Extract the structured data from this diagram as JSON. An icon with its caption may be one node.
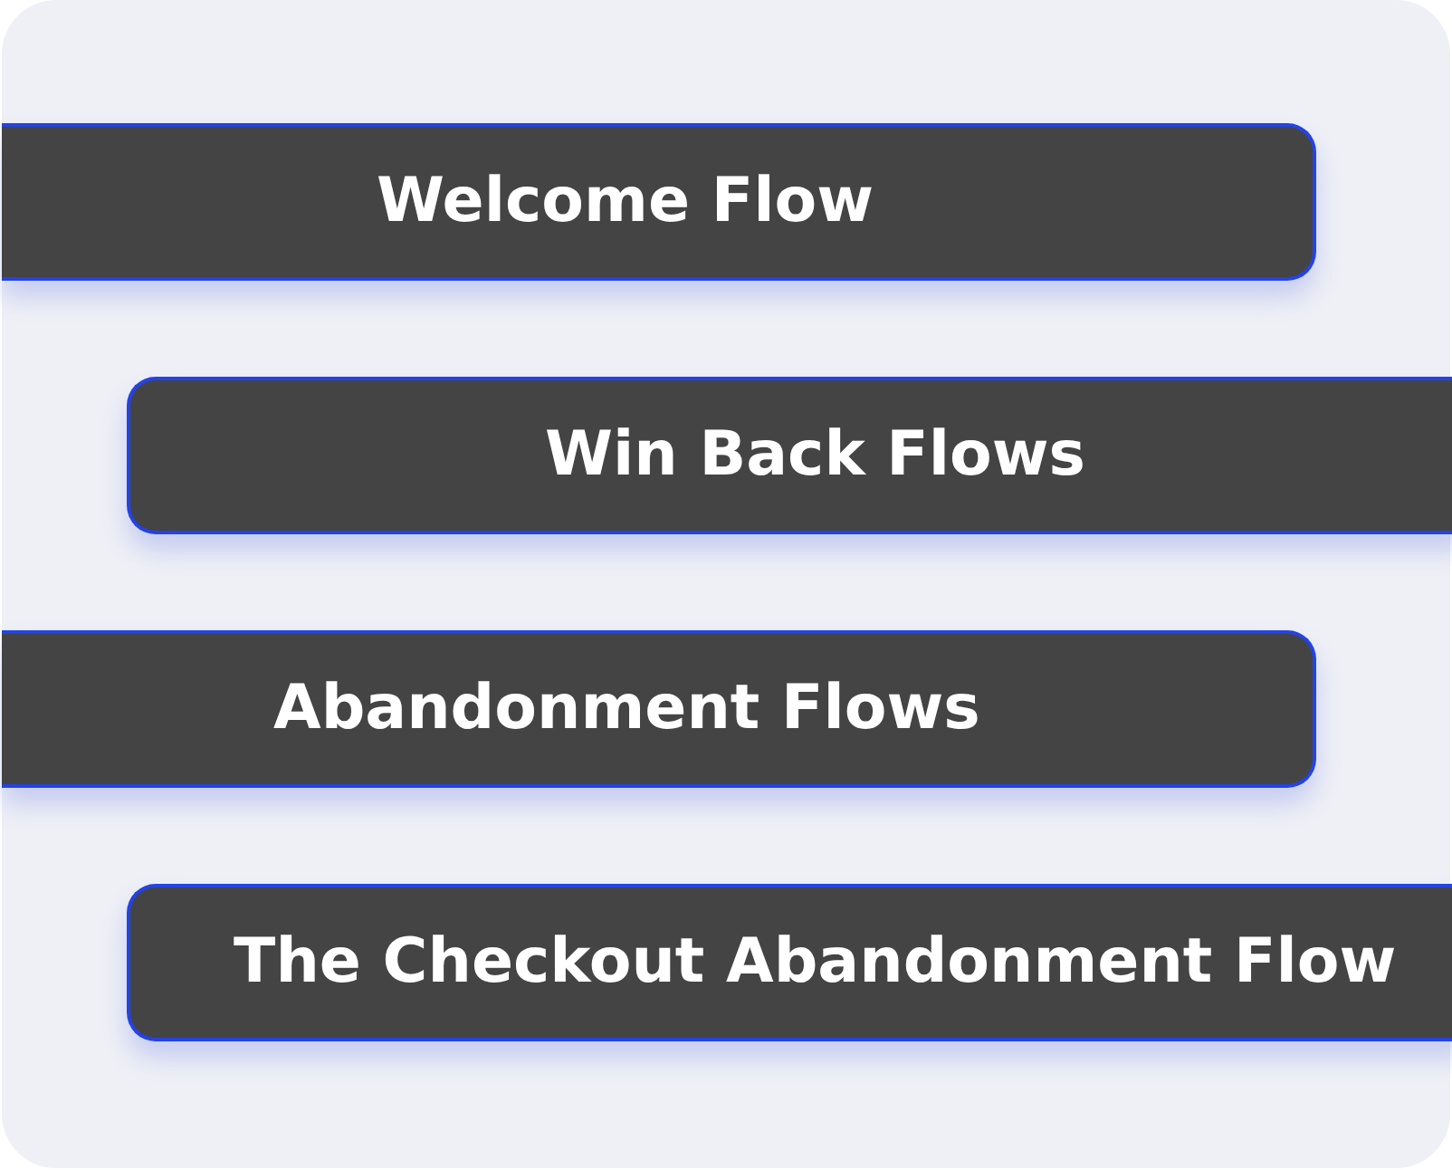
{
  "diagram": {
    "nodes": [
      {
        "text": [
          "Welcome Flow"
        ]
      },
      {
        "text": [
          "Win Back Flows"
        ]
      },
      {
        "text": [
          "Abandonment Flows"
        ]
      },
      {
        "text": [
          "The Checkout Abandonment Flow"
        ]
      }
    ]
  }
}
